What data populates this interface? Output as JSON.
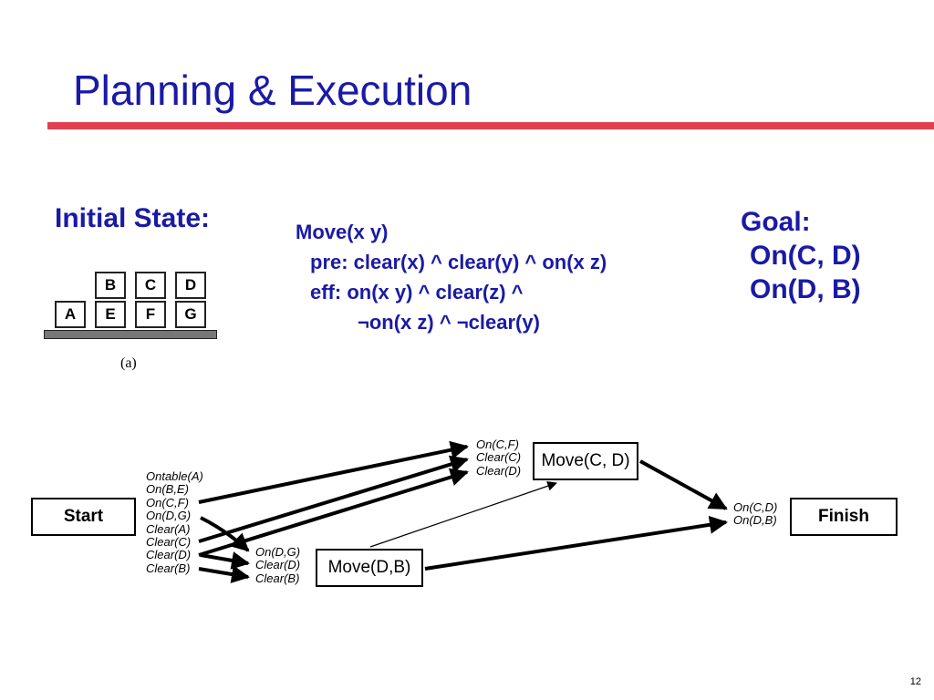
{
  "slide": {
    "title": "Planning & Execution",
    "page_number": "12"
  },
  "initial_state": {
    "heading": "Initial State:",
    "blocks": {
      "top": [
        "B",
        "C",
        "D"
      ],
      "bottom": [
        "A",
        "E",
        "F",
        "G"
      ]
    },
    "caption": "(a)"
  },
  "action": {
    "signature": "Move(x y)",
    "pre": "pre: clear(x) ^ clear(y) ^ on(x z)",
    "eff": "eff: on(x y) ^ clear(z) ^",
    "eff_cont": "¬on(x z) ^ ¬clear(y)"
  },
  "goal": {
    "heading": "Goal:",
    "conditions": [
      "On(C, D)",
      "On(D, B)"
    ]
  },
  "plan": {
    "start_label": "Start",
    "finish_label": "Finish",
    "move_cd_label": "Move(C, D)",
    "move_db_label": "Move(D,B)",
    "start_effects": [
      "Ontable(A)",
      "On(B,E)",
      "On(C,F)",
      "On(D,G)",
      "Clear(A)",
      "Clear(C)",
      "Clear(D)",
      "Clear(B)"
    ],
    "move_cd_preconditions": [
      "On(C,F)",
      "Clear(C)",
      "Clear(D)"
    ],
    "move_db_preconditions": [
      "On(D,G)",
      "Clear(D)",
      "Clear(B)"
    ],
    "finish_preconditions": [
      "On(C,D)",
      "On(D,B)"
    ]
  }
}
